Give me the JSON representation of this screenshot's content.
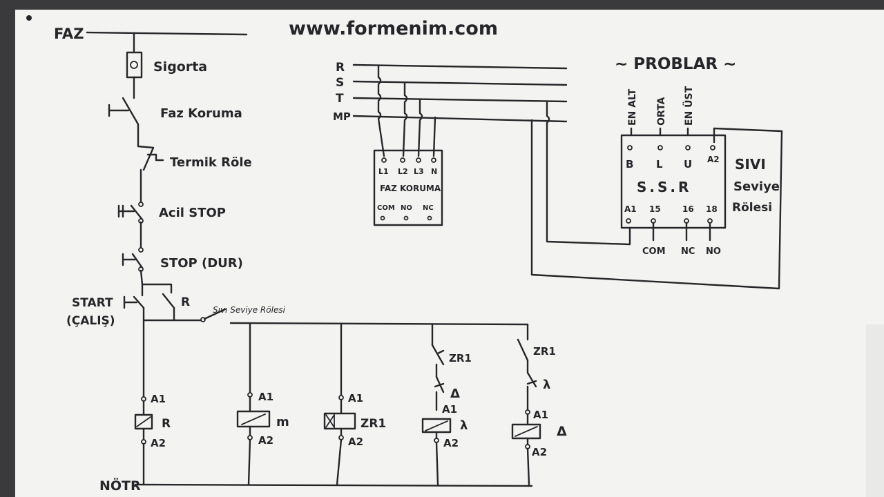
{
  "header": {
    "website": "www.formenim.com"
  },
  "labels": {
    "faz": "FAZ",
    "notr": "NÖTR",
    "sigorta": "Sigorta",
    "faz_koruma": "Faz Koruma",
    "termik_role": "Termik Röle",
    "acil_stop": "Acil STOP",
    "stop_dur": "STOP (DUR)",
    "start": "START",
    "calis": "(ÇALIŞ)",
    "r_contact": "R",
    "sivi_seviye_rolesi_contact": "Sıvı Seviye Rölesi",
    "zr1_a": "ZR1",
    "zr1_b": "ZR1",
    "delta_contact": "Δ",
    "star_contact": "λ"
  },
  "coils": [
    {
      "label": "R",
      "a1": "A1",
      "a2": "A2"
    },
    {
      "label": "m",
      "a1": "A1",
      "a2": "A2"
    },
    {
      "label": "ZR1",
      "a1": "A1",
      "a2": "A2"
    },
    {
      "label": "λ",
      "a1": "A1",
      "a2": "A2"
    },
    {
      "label": "Δ",
      "a1": "A1",
      "a2": "A2"
    }
  ],
  "power_lines": {
    "r": "R",
    "s": "S",
    "t": "T",
    "mp": "MP"
  },
  "faz_koruma_module": {
    "title": "FAZ KORUMA",
    "terminals_top": [
      "L1",
      "L2",
      "L3",
      "N"
    ],
    "terminals_bottom": [
      "COM",
      "NO",
      "NC"
    ]
  },
  "probes": {
    "title": "~ PROBLAR ~",
    "names": [
      "EN ALT",
      "ORTA",
      "EN ÜST"
    ]
  },
  "ssr": {
    "title": "S.S.R",
    "terminals_top": [
      "B",
      "L",
      "U",
      "A2"
    ],
    "terminals_bottom": [
      "A1",
      "15",
      "16",
      "18"
    ],
    "outputs": [
      "COM",
      "NC",
      "NO"
    ],
    "side_label": [
      "SIVI",
      "Seviye",
      "Rölesi"
    ]
  }
}
